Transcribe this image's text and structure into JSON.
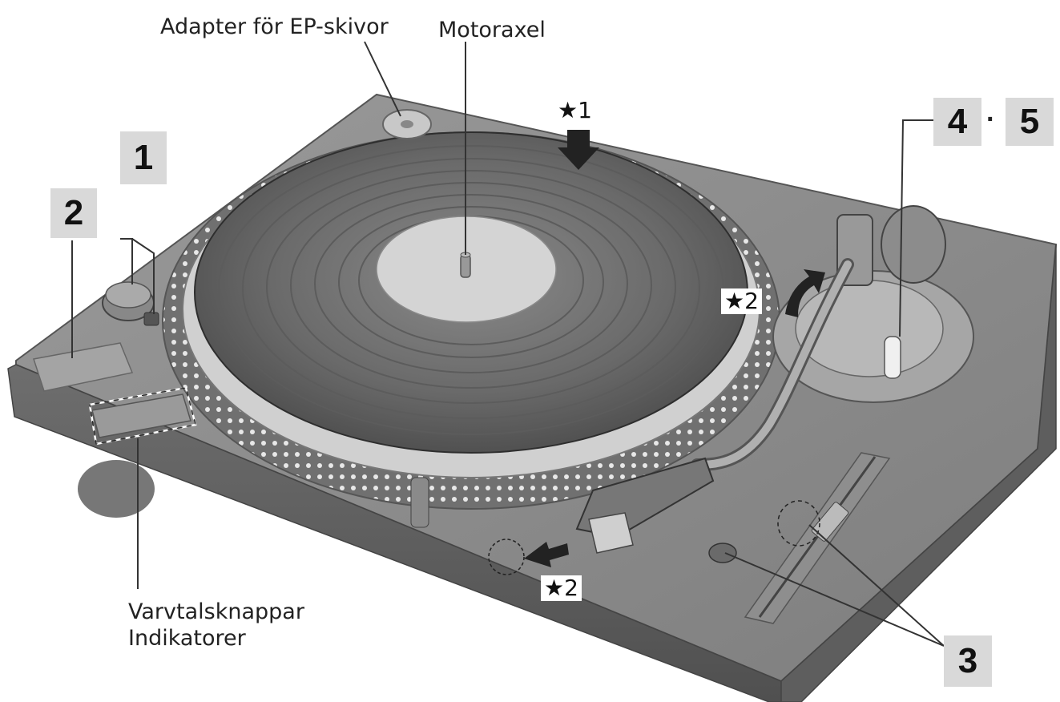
{
  "labels": {
    "adapter": "Adapter för EP-skivor",
    "spindle": "Motoraxel",
    "speed_buttons": "Varvtalsknappar",
    "indicators": "Indikatorer"
  },
  "callouts": {
    "c1": "1",
    "c2": "2",
    "c3": "3",
    "c4": "4",
    "separator": "·",
    "c5": "5"
  },
  "notes": {
    "star1": "★1",
    "star2_arm": "★2",
    "star2_head": "★2"
  },
  "icons": {
    "arrow_down": "arrow-down-icon",
    "arrow_curved": "curved-arrow-icon",
    "arrow_left": "arrow-left-icon"
  }
}
